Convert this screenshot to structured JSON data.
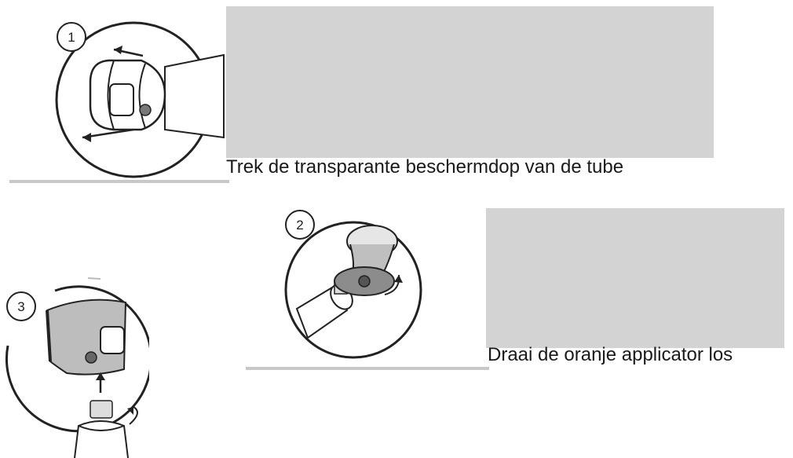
{
  "steps": [
    {
      "number": "1",
      "caption": "Trek de transparante beschermdop van de tube"
    },
    {
      "number": "2",
      "caption": "Draai de oranje applicator los"
    },
    {
      "number": "3",
      "caption": ""
    }
  ],
  "colors": {
    "block": "#d3d3d3",
    "rule": "#c8c8c8",
    "ink": "#222222"
  }
}
